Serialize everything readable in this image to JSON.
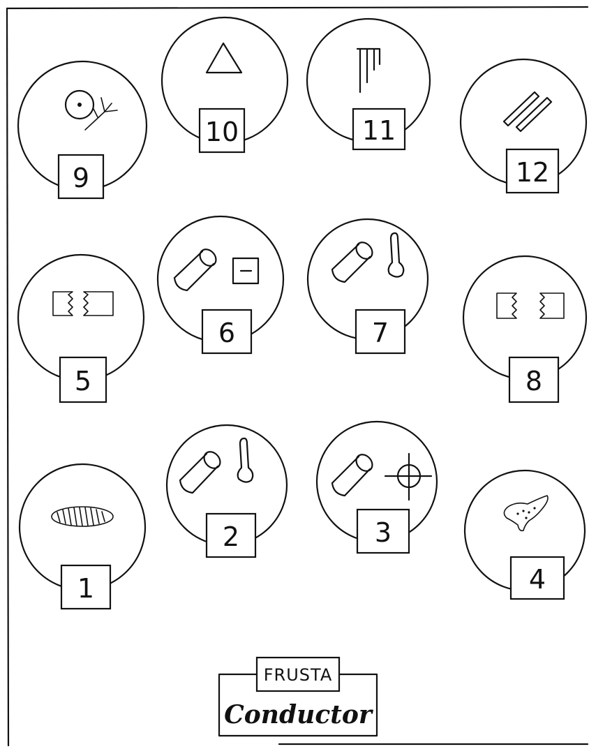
{
  "stations": [
    {
      "number": "9",
      "icon": "eye-branch-icon"
    },
    {
      "number": "10",
      "icon": "triangle-icon"
    },
    {
      "number": "11",
      "icon": "comb-icon"
    },
    {
      "number": "12",
      "icon": "parallel-bars-icon"
    },
    {
      "number": "5",
      "icon": "torn-paper-pieces-icon"
    },
    {
      "number": "6",
      "icon": "cylinder-and-minus-box-icon"
    },
    {
      "number": "7",
      "icon": "cylinder-and-thermometer-icon"
    },
    {
      "number": "8",
      "icon": "torn-paper-apart-icon"
    },
    {
      "number": "1",
      "icon": "rolled-larva-icon"
    },
    {
      "number": "2",
      "icon": "cylinder-and-thermometer-icon"
    },
    {
      "number": "3",
      "icon": "cylinder-and-crosshair-icon"
    },
    {
      "number": "4",
      "icon": "spotted-foot-icon"
    }
  ],
  "legend": {
    "top_label": "FRUSTA",
    "bottom_label": "Conductor"
  }
}
